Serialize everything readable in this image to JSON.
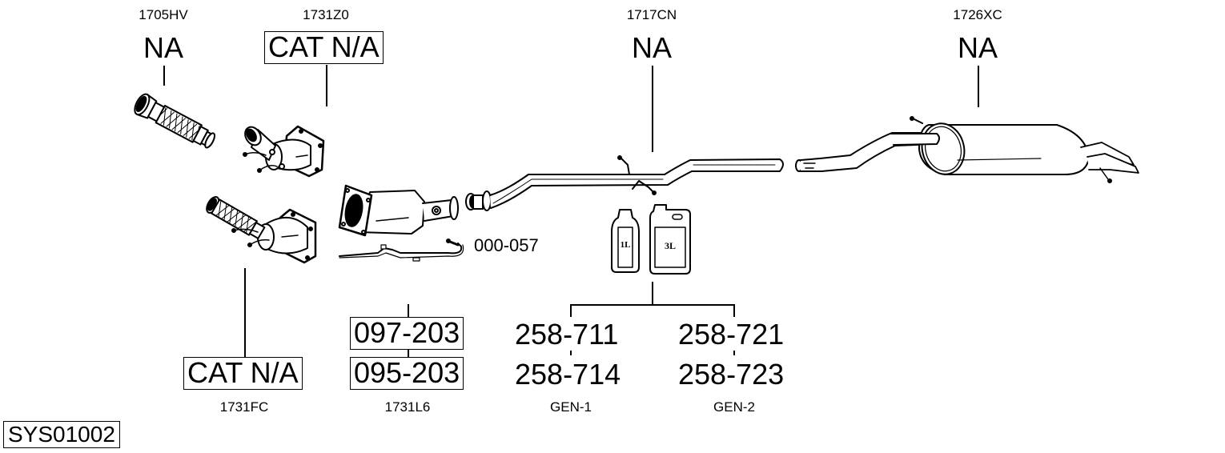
{
  "diagram": {
    "system_code": "SYS01002",
    "parts": [
      {
        "code": "1705HV",
        "label": "NA",
        "boxed": false,
        "description": "flex pipe"
      },
      {
        "code": "1731Z0",
        "label": "CAT N/A",
        "boxed": true,
        "description": "catalytic converter"
      },
      {
        "code": "1731FC",
        "label": "CAT N/A",
        "boxed": true,
        "description": "catalytic converter with flex pipe"
      },
      {
        "code": "1731L6",
        "labels": [
          "097-203",
          "095-203"
        ],
        "boxed": true,
        "description": "diesel particulate filter"
      },
      {
        "code": "1717CN",
        "label": "NA",
        "boxed": false,
        "description": "middle pipe"
      },
      {
        "code": "1726XC",
        "label": "NA",
        "boxed": false,
        "description": "rear silencer"
      }
    ],
    "sensor": {
      "label": "000-057",
      "description": "sensor"
    },
    "fluids": {
      "containers": [
        {
          "label": "1L"
        },
        {
          "label": "3L"
        }
      ],
      "groups": [
        {
          "name": "GEN-1",
          "part_numbers": [
            "258-711",
            "258-714"
          ]
        },
        {
          "name": "GEN-2",
          "part_numbers": [
            "258-721",
            "258-723"
          ]
        }
      ]
    }
  }
}
